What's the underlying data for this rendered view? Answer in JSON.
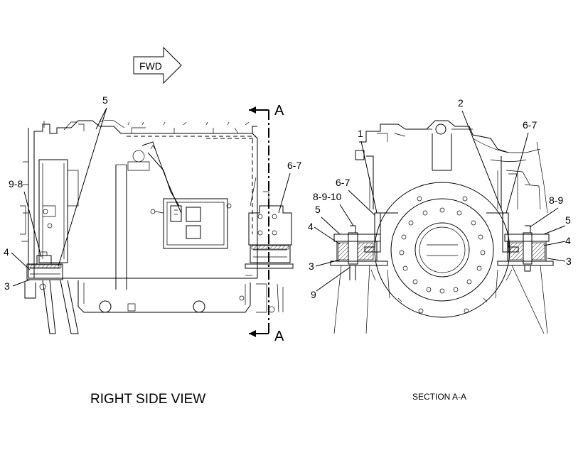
{
  "direction_arrow": {
    "label": "FWD"
  },
  "section_markers": {
    "top": "A",
    "bottom": "A"
  },
  "right_side_view": {
    "title": "RIGHT SIDE VIEW",
    "callouts": {
      "c5": "5",
      "c98": "9-8",
      "c4": "4",
      "c3": "3",
      "c67": "6-7"
    }
  },
  "section_aa": {
    "title": "SECTION A-A",
    "callouts": {
      "c2": "2",
      "c1": "1",
      "c67_left": "6-7",
      "c67_right": "6-7",
      "c8910": "8-9-10",
      "c89": "8-9",
      "c5_left": "5",
      "c5_right": "5",
      "c4_left": "4",
      "c4_right": "4",
      "c3_left": "3",
      "c3_right": "3",
      "c9": "9"
    }
  }
}
